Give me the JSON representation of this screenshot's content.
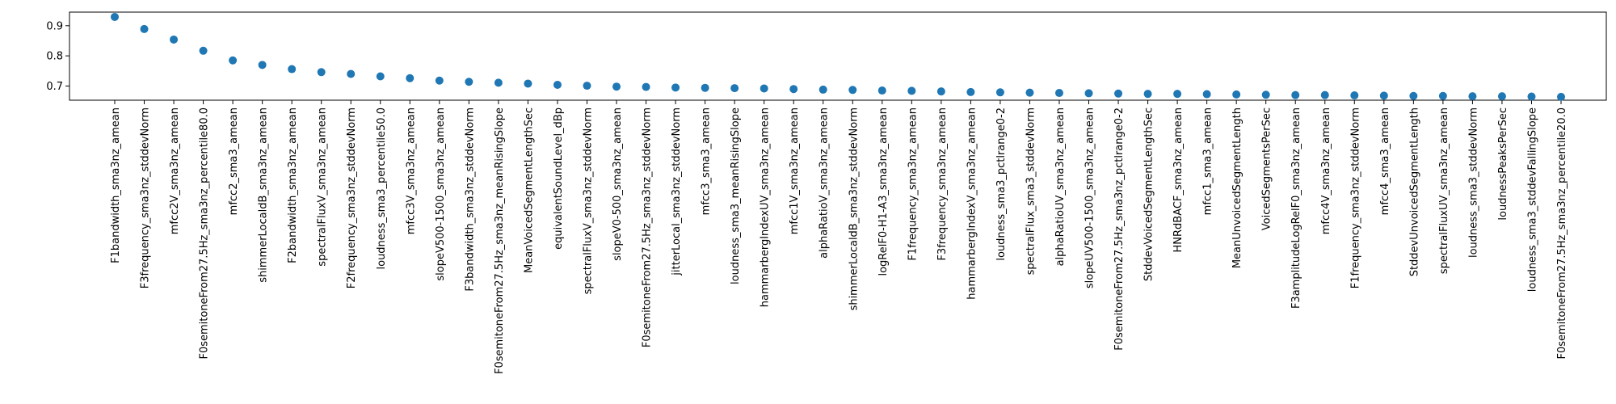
{
  "chart_data": {
    "type": "scatter",
    "title": "",
    "xlabel": "",
    "ylabel": "",
    "ylim": [
      0.653,
      0.945
    ],
    "yticks": [
      0.7,
      0.8,
      0.9
    ],
    "grid": false,
    "marker_color": "#1f77b4",
    "categories": [
      "F1bandwidth_sma3nz_amean",
      "F3frequency_sma3nz_stddevNorm",
      "mfcc2V_sma3nz_amean",
      "F0semitoneFrom27.5Hz_sma3nz_percentile80.0",
      "mfcc2_sma3_amean",
      "shimmerLocaldB_sma3nz_amean",
      "F2bandwidth_sma3nz_amean",
      "spectralFluxV_sma3nz_amean",
      "F2frequency_sma3nz_stddevNorm",
      "loudness_sma3_percentile50.0",
      "mfcc3V_sma3nz_amean",
      "slopeV500-1500_sma3nz_amean",
      "F3bandwidth_sma3nz_stddevNorm",
      "F0semitoneFrom27.5Hz_sma3nz_meanRisingSlope",
      "MeanVoicedSegmentLengthSec",
      "equivalentSoundLevel_dBp",
      "spectralFluxV_sma3nz_stddevNorm",
      "slopeV0-500_sma3nz_amean",
      "F0semitoneFrom27.5Hz_sma3nz_stddevNorm",
      "jitterLocal_sma3nz_stddevNorm",
      "mfcc3_sma3_amean",
      "loudness_sma3_meanRisingSlope",
      "hammarbergIndexUV_sma3nz_amean",
      "mfcc1V_sma3nz_amean",
      "alphaRatioV_sma3nz_amean",
      "shimmerLocaldB_sma3nz_stddevNorm",
      "logRelF0-H1-A3_sma3nz_amean",
      "F1frequency_sma3nz_amean",
      "F3frequency_sma3nz_amean",
      "hammarbergIndexV_sma3nz_amean",
      "loudness_sma3_pctlrange0-2",
      "spectralFlux_sma3_stddevNorm",
      "alphaRatioUV_sma3nz_amean",
      "slopeUV500-1500_sma3nz_amean",
      "F0semitoneFrom27.5Hz_sma3nz_pctlrange0-2",
      "StddevVoicedSegmentLengthSec",
      "HNRdBACF_sma3nz_amean",
      "mfcc1_sma3_amean",
      "MeanUnvoicedSegmentLength",
      "VoicedSegmentsPerSec",
      "F3amplitudeLogRelF0_sma3nz_amean",
      "mfcc4V_sma3nz_amean",
      "F1frequency_sma3nz_stddevNorm",
      "mfcc4_sma3_amean",
      "StddevUnvoicedSegmentLength",
      "spectralFluxUV_sma3nz_amean",
      "loudness_sma3_stddevNorm",
      "loudnessPeaksPerSec",
      "loudness_sma3_stddevFallingSlope",
      "F0semitoneFrom27.5Hz_sma3nz_percentile20.0"
    ],
    "values": [
      0.929,
      0.889,
      0.854,
      0.817,
      0.785,
      0.77,
      0.756,
      0.746,
      0.74,
      0.732,
      0.726,
      0.718,
      0.714,
      0.711,
      0.708,
      0.704,
      0.701,
      0.698,
      0.697,
      0.695,
      0.694,
      0.693,
      0.692,
      0.69,
      0.688,
      0.687,
      0.685,
      0.684,
      0.682,
      0.68,
      0.679,
      0.678,
      0.677,
      0.676,
      0.675,
      0.674,
      0.674,
      0.673,
      0.672,
      0.671,
      0.67,
      0.67,
      0.669,
      0.668,
      0.667,
      0.667,
      0.666,
      0.666,
      0.665,
      0.664
    ]
  }
}
